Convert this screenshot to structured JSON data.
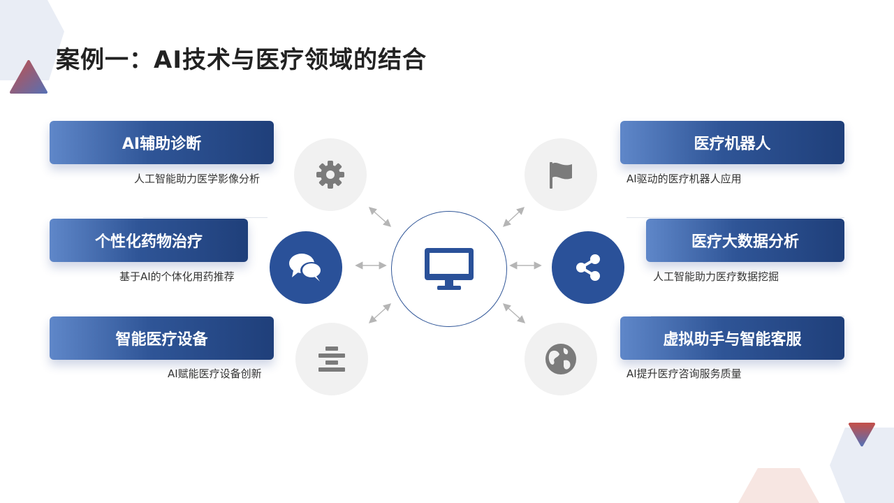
{
  "slide": {
    "title": "案例一：AI技术与医疗领域的结合"
  },
  "cards": [
    {
      "title": "AI辅助诊断",
      "description": "人工智能助力医学影像分析",
      "icon": "gear-icon"
    },
    {
      "title": "个性化药物治疗",
      "description": "基于AI的个体化用药推荐",
      "icon": "chat-bubbles-icon"
    },
    {
      "title": "智能医疗设备",
      "description": "AI赋能医疗设备创新",
      "icon": "align-center-icon"
    },
    {
      "title": "医疗机器人",
      "description": "AI驱动的医疗机器人应用",
      "icon": "flag-icon"
    },
    {
      "title": "医疗大数据分析",
      "description": "人工智能助力医疗数据挖掘",
      "icon": "share-icon"
    },
    {
      "title": "虚拟助手与智能客服",
      "description": "AI提升医疗咨询服务质量",
      "icon": "globe-icon"
    }
  ],
  "center": {
    "icon": "monitor-icon"
  },
  "colors": {
    "primary": "#2f5597",
    "dark": "#1f3f7a",
    "light_gray": "#f1f1f1",
    "accent_red": "#c0504d"
  }
}
